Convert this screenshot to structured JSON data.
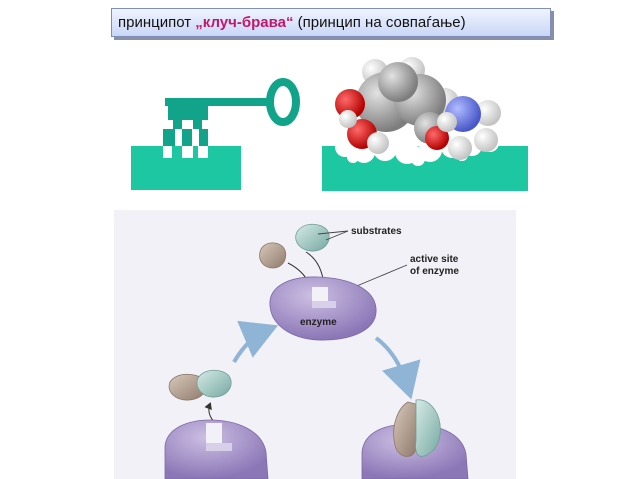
{
  "title": {
    "prefix": "принципот ",
    "keyword": "„клуч-брава“",
    "suffix": " (принцип на совпаѓање)"
  },
  "labels": {
    "substrates": "substrates",
    "active_site_line1": "active site",
    "active_site_line2": "of enzyme",
    "enzyme": "enzyme"
  },
  "colors": {
    "key_teal": "#12a48a",
    "lock_base": "#1cc7a2",
    "diagram_bg": "#f1f1f7",
    "enzyme_purple": "#a895c8",
    "substrate_brown": "#b9a595",
    "substrate_teal": "#a7cbc6",
    "arrow_blue": "#8fb4d6",
    "title_accent": "#c0186a"
  }
}
